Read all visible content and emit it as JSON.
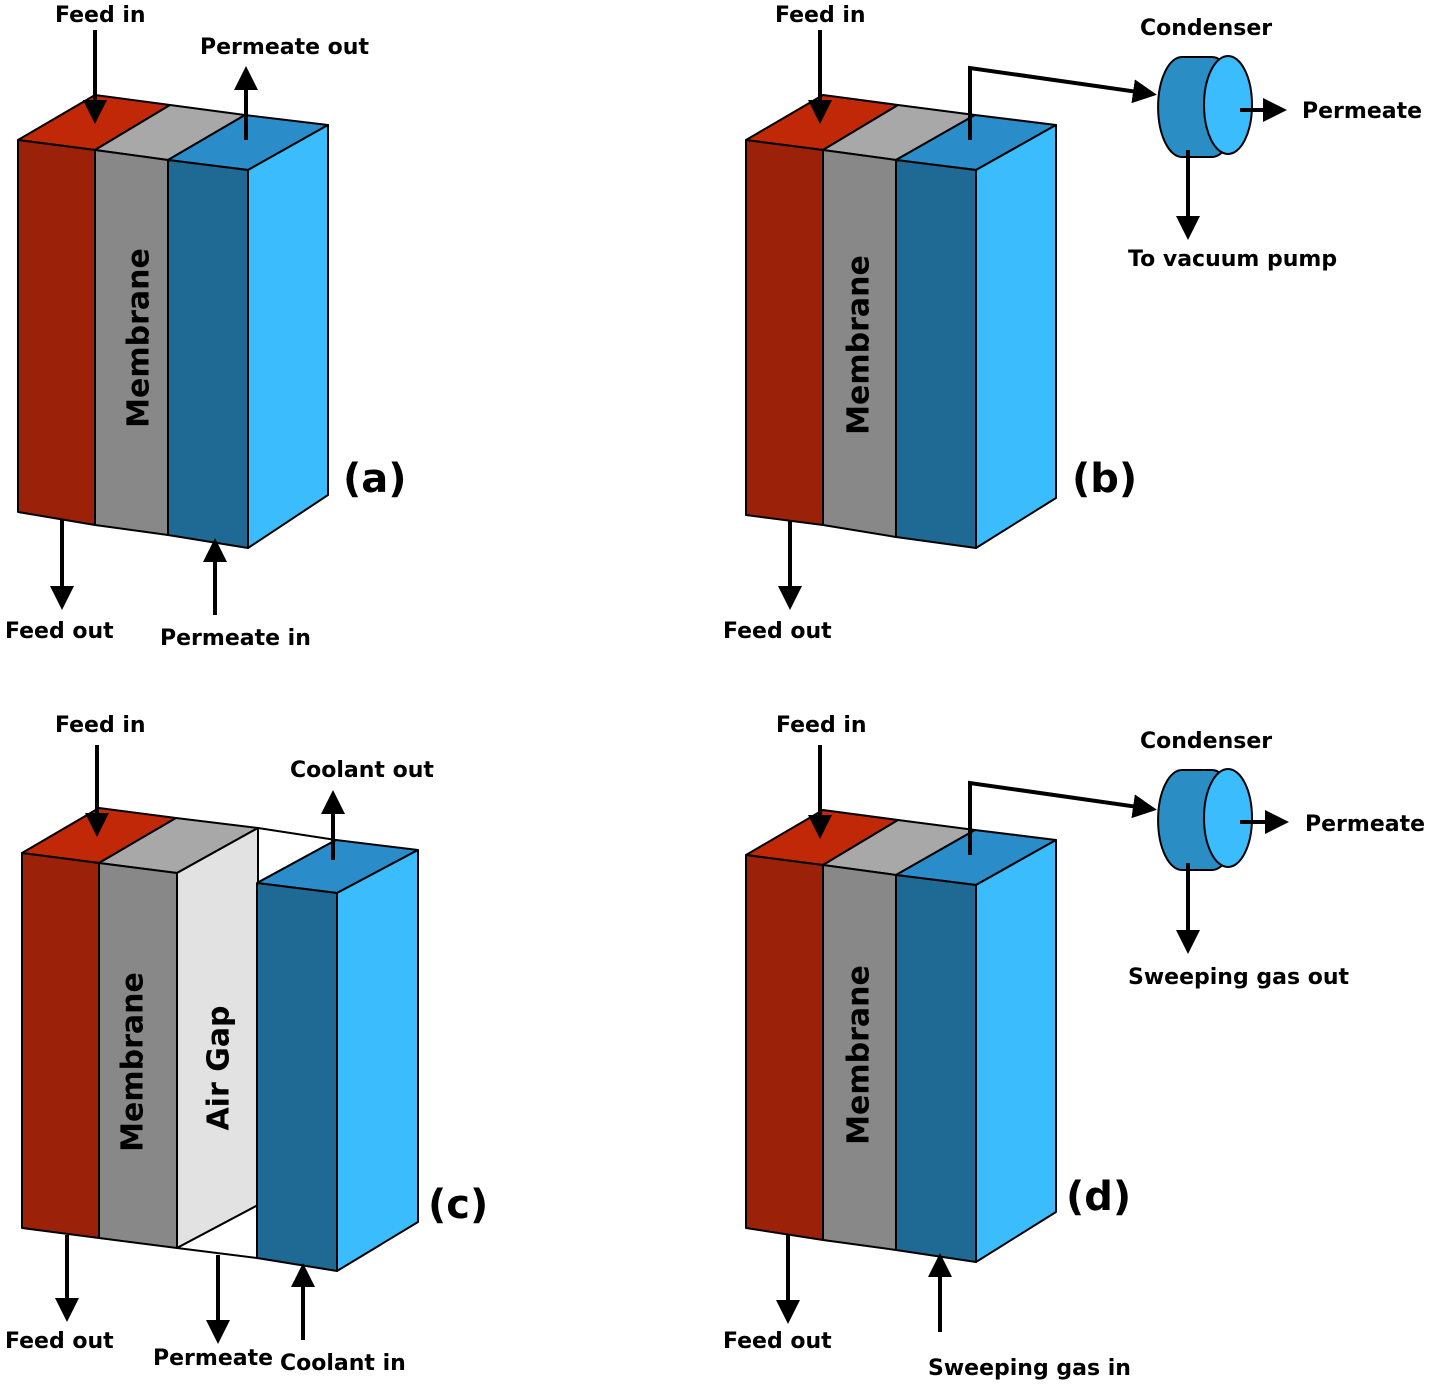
{
  "colors": {
    "feed_front": "#9b2208",
    "feed_top": "#c02808",
    "membrane_front": "#888888",
    "membrane_top": "#a8a8a8",
    "airgap_front": "#e2e2e2",
    "permeate_front": "#1f6a95",
    "permeate_top": "#2a8cc8",
    "side_face": "#3bbcfc",
    "condenser_side": "#2a8ec4",
    "condenser_face": "#3bbcfc"
  },
  "panels": [
    {
      "id": "a",
      "tag": "(a)",
      "layer_labels": {
        "membrane": "Membrane"
      },
      "labels": {
        "feed_in": "Feed in",
        "feed_out": "Feed out",
        "permeate_out": "Permeate out",
        "permeate_in": "Permeate in"
      }
    },
    {
      "id": "b",
      "tag": "(b)",
      "layer_labels": {
        "membrane": "Membrane"
      },
      "labels": {
        "feed_in": "Feed in",
        "feed_out": "Feed out",
        "condenser": "Condenser",
        "permeate": "Permeate",
        "exhaust": "To vacuum pump"
      }
    },
    {
      "id": "c",
      "tag": "(c)",
      "layer_labels": {
        "membrane": "Membrane",
        "air_gap": "Air Gap"
      },
      "labels": {
        "feed_in": "Feed in",
        "feed_out": "Feed out",
        "coolant_out": "Coolant out",
        "coolant_in": "Coolant in",
        "permeate": "Permeate"
      }
    },
    {
      "id": "d",
      "tag": "(d)",
      "layer_labels": {
        "membrane": "Membrane"
      },
      "labels": {
        "feed_in": "Feed in",
        "feed_out": "Feed out",
        "condenser": "Condenser",
        "permeate": "Permeate",
        "exhaust": "Sweeping gas out",
        "sweep_in": "Sweeping gas in"
      }
    }
  ]
}
